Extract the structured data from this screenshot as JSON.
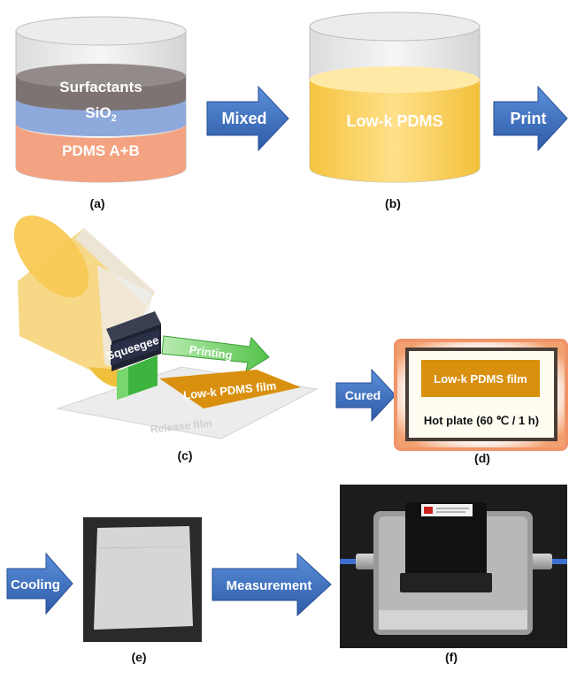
{
  "panel_a": {
    "layers": [
      "Surfactants",
      "SiO",
      "PDMS A+B"
    ],
    "sio2_subscript": "2",
    "label": "(a)"
  },
  "arrow_mixed": "Mixed",
  "panel_b": {
    "content": "Low-k PDMS",
    "label": "(b)"
  },
  "arrow_print": "Print",
  "panel_c": {
    "squeegee": "Squeegee",
    "printing": "Printing",
    "film": "Low-k PDMS film",
    "release": "Release film",
    "label": "(c)"
  },
  "arrow_cured": "Cured",
  "panel_d": {
    "film": "Low-k PDMS film",
    "hotplate": "Hot plate (60 ℃ / 1 h)",
    "label": "(d)"
  },
  "arrow_cooling": "Cooling",
  "panel_e": {
    "label": "(e)"
  },
  "arrow_measurement": "Measurement",
  "panel_f": {
    "label": "(f)"
  },
  "colors": {
    "arrow_blue": "#3c6fc0",
    "pdms_yellow": "#ffd56b",
    "film_orange": "#d9900f",
    "green": "#3db43d"
  }
}
